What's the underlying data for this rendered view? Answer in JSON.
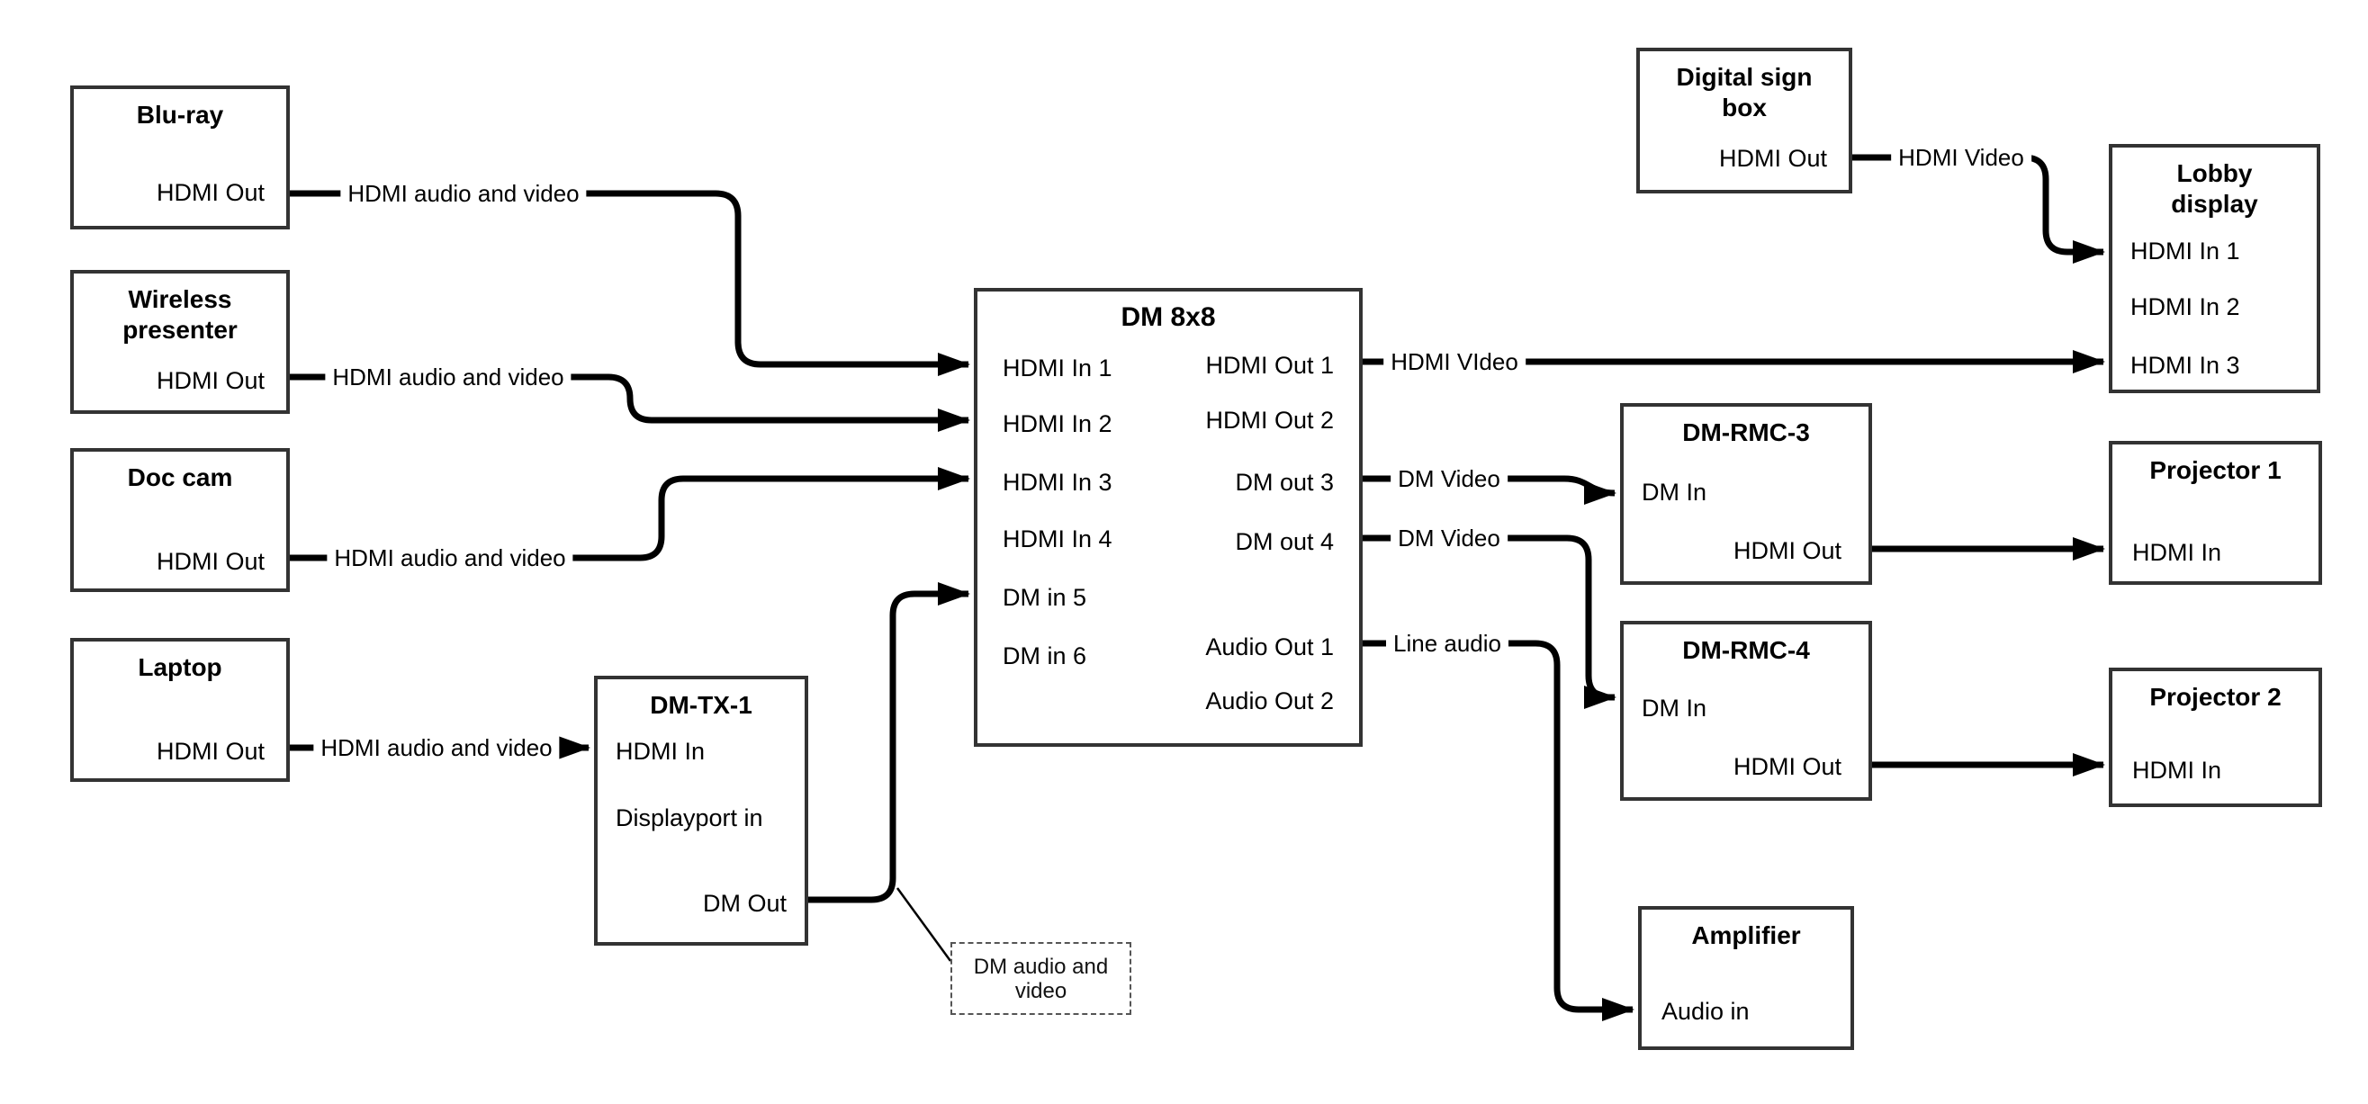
{
  "nodes": {
    "bluray": {
      "title": "Blu-ray",
      "port_out": "HDMI Out"
    },
    "wireless": {
      "title": "Wireless presenter",
      "port_out": "HDMI Out"
    },
    "doc_cam": {
      "title": "Doc cam",
      "port_out": "HDMI Out"
    },
    "laptop": {
      "title": "Laptop",
      "port_out": "HDMI Out"
    },
    "dm_tx_1": {
      "title": "DM-TX-1",
      "port_hdmi_in": "HDMI In",
      "port_displayport_in": "Displayport in",
      "port_dm_out": "DM Out"
    },
    "dm_8x8": {
      "title": "DM 8x8",
      "inputs": {
        "in1": "HDMI In 1",
        "in2": "HDMI In 2",
        "in3": "HDMI In 3",
        "in4": "HDMI In 4",
        "in5": "DM in 5",
        "in6": "DM in 6"
      },
      "outputs": {
        "out1": "HDMI Out 1",
        "out2": "HDMI Out 2",
        "out3": "DM out 3",
        "out4": "DM out 4",
        "aout1": "Audio Out 1",
        "aout2": "Audio Out 2"
      }
    },
    "digital_sign_box": {
      "title": "Digital sign box",
      "port_out": "HDMI Out"
    },
    "lobby_display": {
      "title": "Lobby display",
      "port_in1": "HDMI In 1",
      "port_in2": "HDMI In 2",
      "port_in3": "HDMI In 3"
    },
    "dm_rmc_3": {
      "title": "DM-RMC-3",
      "port_dm_in": "DM In",
      "port_hdmi_out": "HDMI Out"
    },
    "dm_rmc_4": {
      "title": "DM-RMC-4",
      "port_dm_in": "DM In",
      "port_hdmi_out": "HDMI Out"
    },
    "projector_1": {
      "title": "Projector 1",
      "port_in": "HDMI In"
    },
    "projector_2": {
      "title": "Projector 2",
      "port_in": "HDMI In"
    },
    "amplifier": {
      "title": "Amplifier",
      "port_in": "Audio in"
    }
  },
  "edge_labels": {
    "bluray_to_dm8x8": "HDMI audio and video",
    "wireless_to_dm8x8": "HDMI audio and video",
    "doccam_to_dm8x8": "HDMI audio and video",
    "laptop_to_dmtx1": "HDMI audio and video",
    "hdmiout1_to_lobby": "HDMI VIdeo",
    "dmout3_to_rmc3": "DM Video",
    "dmout4_to_rmc4": "DM Video",
    "audioout1_to_amplifier": "Line audio",
    "digitalsign_to_lobby": "HDMI Video"
  },
  "callout": {
    "text": "DM audio and video"
  },
  "style": {
    "line_color": "#000000",
    "box_border_color": "#333333"
  }
}
